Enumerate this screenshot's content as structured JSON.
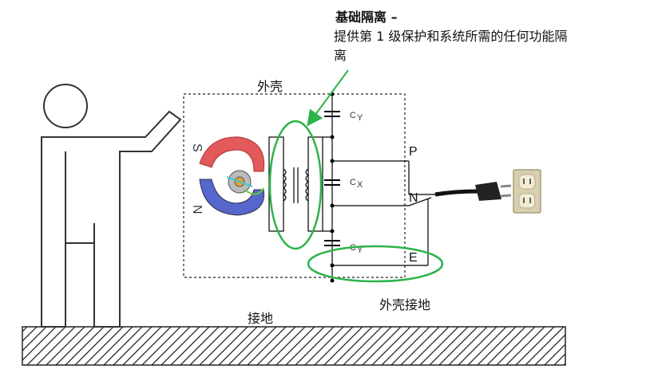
{
  "annotation": {
    "title": "基础隔离 –",
    "line1": "提供第 1 级保护和系统所需的任何功能隔",
    "line2": "离"
  },
  "labels": {
    "enclosure": "外壳",
    "ground": "接地",
    "enclosure_ground": "外壳接地"
  },
  "terminals": {
    "p": "P",
    "n": "N",
    "e": "E"
  },
  "capacitors": {
    "cy_top": "C",
    "cy_top_sub": "Y",
    "cx": "C",
    "cx_sub": "X",
    "cy_bottom": "C",
    "cy_bottom_sub": "Y"
  },
  "motor": {
    "pole_s": "S",
    "pole_n": "N"
  },
  "colors": {
    "highlight": "#2db34a",
    "wire": "#000000"
  }
}
